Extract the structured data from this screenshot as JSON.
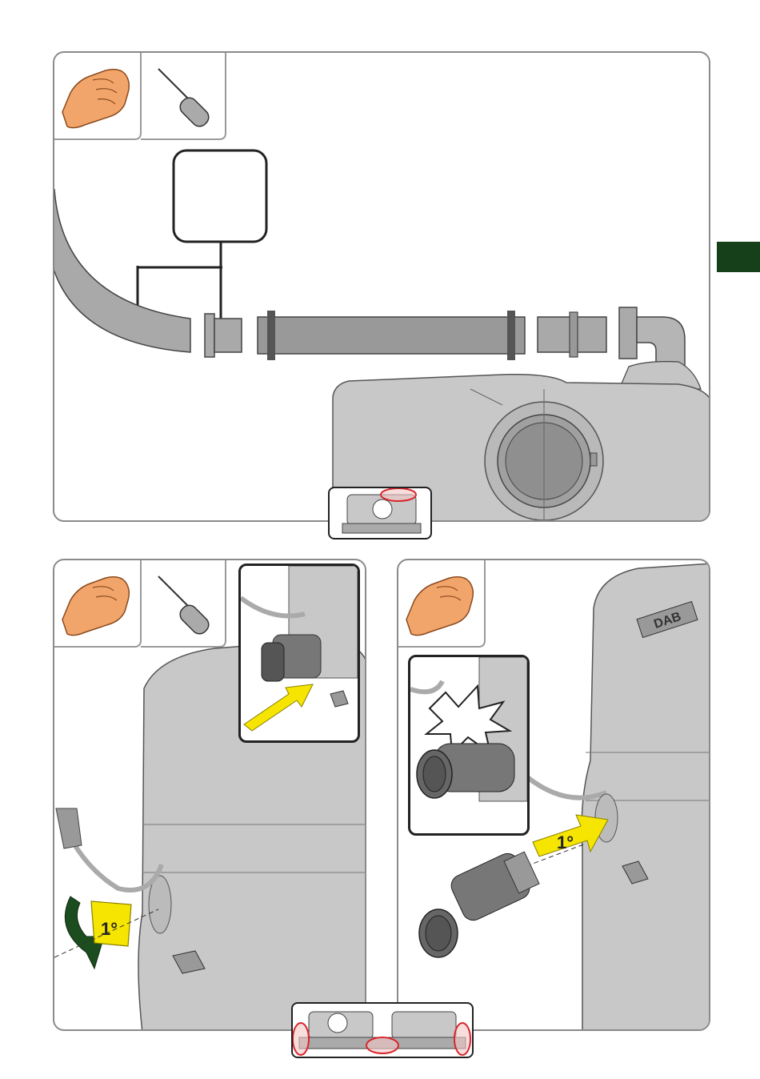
{
  "page": {
    "side_tab_color": "#16401a",
    "accent_yellow": "#f5e500",
    "highlight_red": "#d9252b",
    "skin_color": "#f2a56b",
    "product_gray": "#c8c8c8"
  },
  "panel_top": {
    "tools": [
      "hand-icon",
      "screwdriver-icon"
    ],
    "callout_box_text": ""
  },
  "panel_bottom_left": {
    "tools": [
      "hand-icon",
      "screwdriver-icon"
    ],
    "rotation_label": "1°"
  },
  "panel_bottom_right": {
    "tools": [
      "hand-icon"
    ],
    "push_label": "1°",
    "brand_mark": "DAB"
  }
}
